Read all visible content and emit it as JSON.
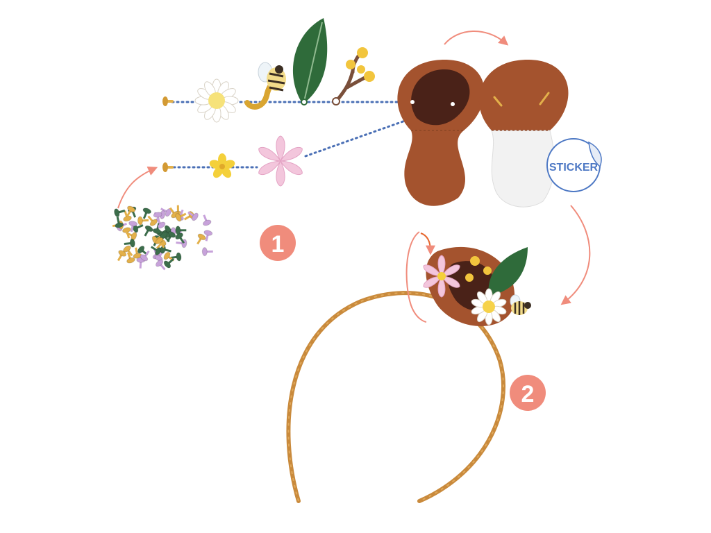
{
  "steps": [
    {
      "number": "1",
      "color": "#f08c7c"
    },
    {
      "number": "2",
      "color": "#f08c7c"
    }
  ],
  "sticker": {
    "label": "STICKER",
    "color": "#4d78c4"
  },
  "colors": {
    "felt": "#a4532e",
    "felt_dark": "#4a2218",
    "arrow": "#f08c7c",
    "dotted_line": "#4a6fb5",
    "headband": "#c98a3c",
    "leaf": "#2f6b3a",
    "petal_pink": "#f3c6dc",
    "petal_yellow": "#f4d03a",
    "brad_yellow": "#e3b04a",
    "brad_purple": "#c7a2da",
    "brad_green": "#3c6d4b"
  },
  "icons": {
    "brad": "brad-icon",
    "daisy": "daisy-icon",
    "bee": "bee-icon",
    "leaf": "leaf-icon",
    "branch": "branch-icon",
    "small_flower": "small-flower-icon",
    "lily": "lily-icon",
    "rotate": "rotate-arrow-icon"
  }
}
